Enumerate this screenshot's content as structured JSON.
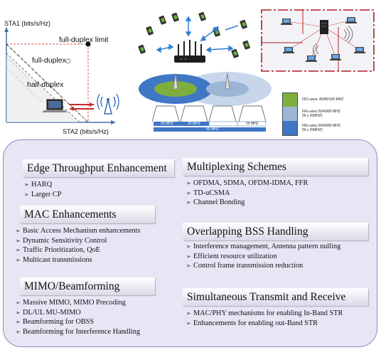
{
  "capacity_chart": {
    "y_axis_label": "STA1 (bits/s/Hz)",
    "x_axis_label": "STA2 (bits/s/Hz)",
    "curve_fd_limit": "full-duplex limit",
    "curve_fd": "full-duplex",
    "curve_hd": "half-duplex"
  },
  "coverage_legend": {
    "entries": [
      {
        "label": "FR1-area: 40/80/160 MHZ",
        "color": "#7fae3d"
      },
      {
        "label": "FRx-area 20/40/80 MHZ\n(N x 20MHZ)",
        "color": "#9db6d6"
      },
      {
        "label": "FRx-area 20/40/80 MHZ\n(N x 20MHZ)",
        "color": "#3f77c4"
      }
    ]
  },
  "channel_bars": {
    "segments": [
      "20 MHZ",
      "20 MHZ",
      "20 MHZ"
    ],
    "total": "80 MHZ"
  },
  "sections": {
    "edge": {
      "title": "Edge Throughput Enhancement",
      "items": [
        "HARQ",
        "Larger CP"
      ]
    },
    "mac": {
      "title": "MAC Enhancements",
      "items": [
        "Basic Access Mechanism enhancements",
        "Dynamic Sensitivity  Control",
        "Traffic Prioritization,  QoE",
        "Multicast transmissions"
      ]
    },
    "mimo": {
      "title": "MIMO/Beamforming",
      "items": [
        "Massive MIMO, MIMO Precoding",
        "DL/UL MU-MIMO",
        "Beamforming for OBSS",
        "Beamforming for Interference Handling"
      ]
    },
    "mux": {
      "title": "Multiplexing  Schemes",
      "items": [
        "OFDMA,  SDMA,  OFDM-IDMA,   FFR",
        "TD-uCSMA",
        "Channel Bonding"
      ]
    },
    "obss": {
      "title": "Overlapping  BSS Handling",
      "items": [
        "Interference management,  Antenna pattern nulling",
        "Efficient resource utilization",
        "Control frame transmission reduction"
      ]
    },
    "str": {
      "title": "Simultaneous Transmit and Receive",
      "items": [
        "MAC/PHY mechanisms for enabling In-Band STR",
        "Enhancements for enabling out-Band STR"
      ]
    }
  }
}
